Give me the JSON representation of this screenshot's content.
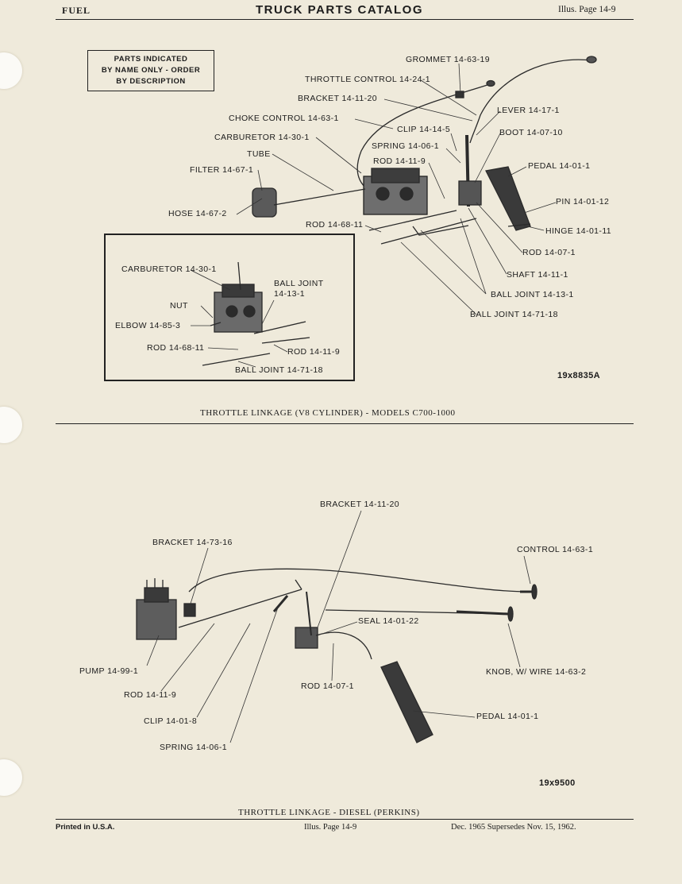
{
  "header": {
    "section": "FUEL",
    "title": "TRUCK PARTS CATALOG",
    "page": "Illus. Page 14-9"
  },
  "notice": [
    "PARTS INDICATED",
    "BY NAME ONLY - ORDER",
    "BY DESCRIPTION"
  ],
  "top_labels": {
    "grommet": "GROMMET 14-63-19",
    "throttle_control": "THROTTLE CONTROL 14-24-1",
    "bracket": "BRACKET 14-11-20",
    "choke_control": "CHOKE CONTROL 14-63-1",
    "clip": "CLIP 14-14-5",
    "spring": "SPRING 14-06-1",
    "rod_11_9": "ROD 14-11-9",
    "lever": "LEVER 14-17-1",
    "boot": "BOOT 14-07-10",
    "pedal": "PEDAL 14-01-1",
    "pin": "PIN 14-01-12",
    "hinge": "HINGE 14-01-11",
    "rod_07_1": "ROD 14-07-1",
    "shaft": "SHAFT 14-11-1",
    "ball_joint_13": "BALL JOINT 14-13-1",
    "ball_joint_71": "BALL JOINT 14-71-18",
    "carburetor": "CARBURETOR 14-30-1",
    "tube": "TUBE",
    "filter": "FILTER 14-67-1",
    "hose": "HOSE 14-67-2",
    "rod_68_11": "ROD 14-68-11"
  },
  "inset_labels": {
    "carburetor": "CARBURETOR 14-30-1",
    "ball_joint_a": "BALL JOINT",
    "ball_joint_a_num": "14-13-1",
    "nut": "NUT",
    "elbow": "ELBOW 14-85-3",
    "rod_68_11": "ROD 14-68-11",
    "rod_11_9": "ROD 14-11-9",
    "ball_joint_b": "BALL JOINT 14-71-18"
  },
  "top_fig_number": "19x8835A",
  "top_caption": "THROTTLE LINKAGE (V8 CYLINDER) - MODELS C700-1000",
  "bottom_labels": {
    "bracket_11_20": "BRACKET 14-11-20",
    "bracket_73_16": "BRACKET 14-73-16",
    "control": "CONTROL 14-63-1",
    "seal": "SEAL 14-01-22",
    "pump": "PUMP 14-99-1",
    "knob": "KNOB, W/ WIRE 14-63-2",
    "rod_07_1": "ROD 14-07-1",
    "rod_11_9": "ROD 14-11-9",
    "clip": "CLIP 14-01-8",
    "pedal": "PEDAL 14-01-1",
    "spring": "SPRING 14-06-1"
  },
  "bottom_fig_number": "19x9500",
  "bottom_caption": "THROTTLE LINKAGE - DIESEL (PERKINS)",
  "footer": {
    "printed": "Printed in U.S.A.",
    "page": "Illus. Page 14-9",
    "date": "Dec. 1965 Supersedes Nov. 15, 1962."
  }
}
